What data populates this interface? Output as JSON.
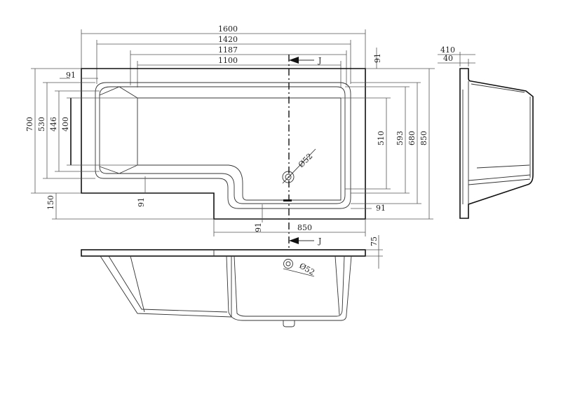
{
  "dimensions": {
    "top_1600": "1600",
    "top_1420": "1420",
    "top_1187": "1187",
    "top_1100": "1100",
    "left_91": "91",
    "right_91_top": "91",
    "left_700": "700",
    "left_530": "530",
    "left_446": "446",
    "left_400": "400",
    "left_150": "150",
    "inner_91_bottom": "91",
    "bottom_91": "91",
    "bottom_850": "850",
    "right_91_bottom": "91",
    "right_510": "510",
    "right_593": "593",
    "right_680": "680",
    "right_850": "850",
    "waste_diameter_plan": "Ø52",
    "side_410": "410",
    "side_40": "40",
    "front_75": "75",
    "waste_diameter_front": "Ø52"
  },
  "section_marker": "J"
}
